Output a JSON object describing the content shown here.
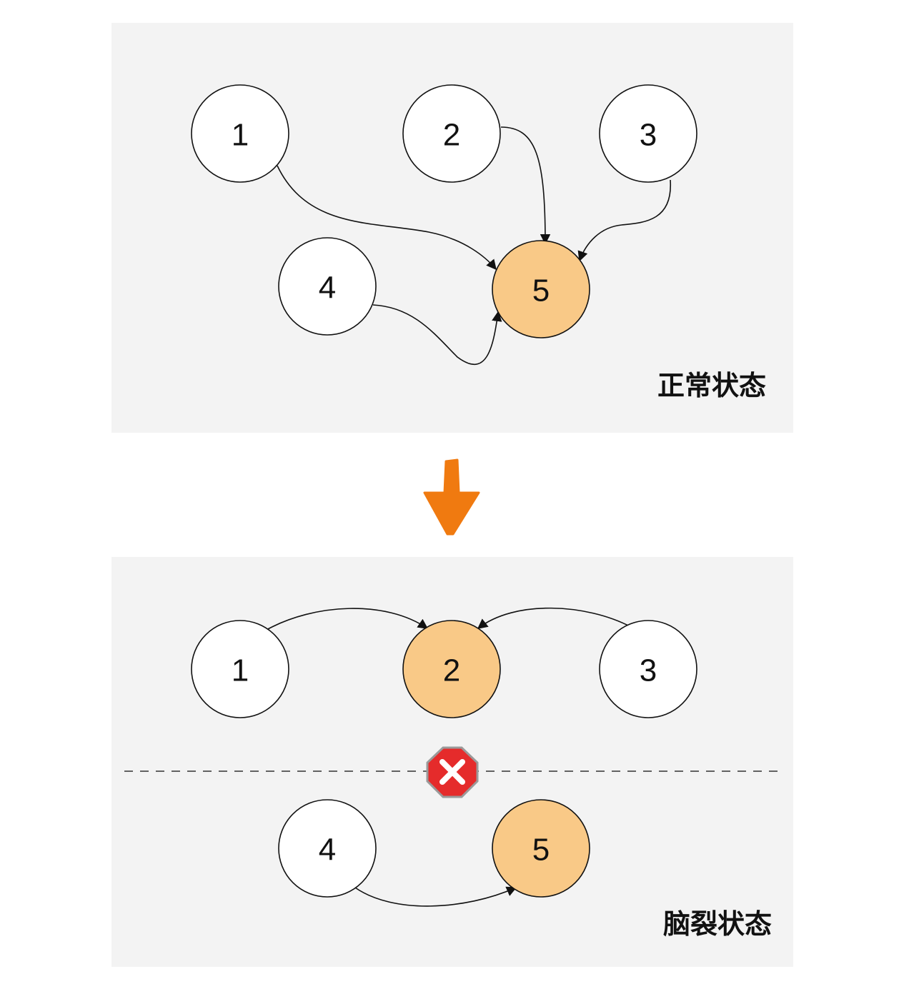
{
  "colors": {
    "panel": "#f3f3f3",
    "node_default": "#ffffff",
    "node_highlight": "#f9c987",
    "transition_arrow": "#f07a10",
    "stop_sign": "#e52b2b"
  },
  "diagram": {
    "normal_state": {
      "caption": "正常状态",
      "nodes": [
        {
          "id": "n1",
          "label": "1",
          "highlight": false
        },
        {
          "id": "n2",
          "label": "2",
          "highlight": false
        },
        {
          "id": "n3",
          "label": "3",
          "highlight": false
        },
        {
          "id": "n4",
          "label": "4",
          "highlight": false
        },
        {
          "id": "n5",
          "label": "5",
          "highlight": true
        }
      ],
      "edges": [
        {
          "from": "1",
          "to": "5"
        },
        {
          "from": "2",
          "to": "5"
        },
        {
          "from": "3",
          "to": "5"
        },
        {
          "from": "4",
          "to": "5"
        }
      ]
    },
    "transition_icon": "down-arrow-icon",
    "split_brain_state": {
      "caption": "脑裂状态",
      "nodes": [
        {
          "id": "s1",
          "label": "1",
          "highlight": false
        },
        {
          "id": "s2",
          "label": "2",
          "highlight": true
        },
        {
          "id": "s3",
          "label": "3",
          "highlight": false
        },
        {
          "id": "s4",
          "label": "4",
          "highlight": false
        },
        {
          "id": "s5",
          "label": "5",
          "highlight": true
        }
      ],
      "edges": [
        {
          "from": "1",
          "to": "2"
        },
        {
          "from": "3",
          "to": "2"
        },
        {
          "from": "4",
          "to": "5"
        }
      ],
      "partition_icon": "stop-x-icon"
    }
  }
}
